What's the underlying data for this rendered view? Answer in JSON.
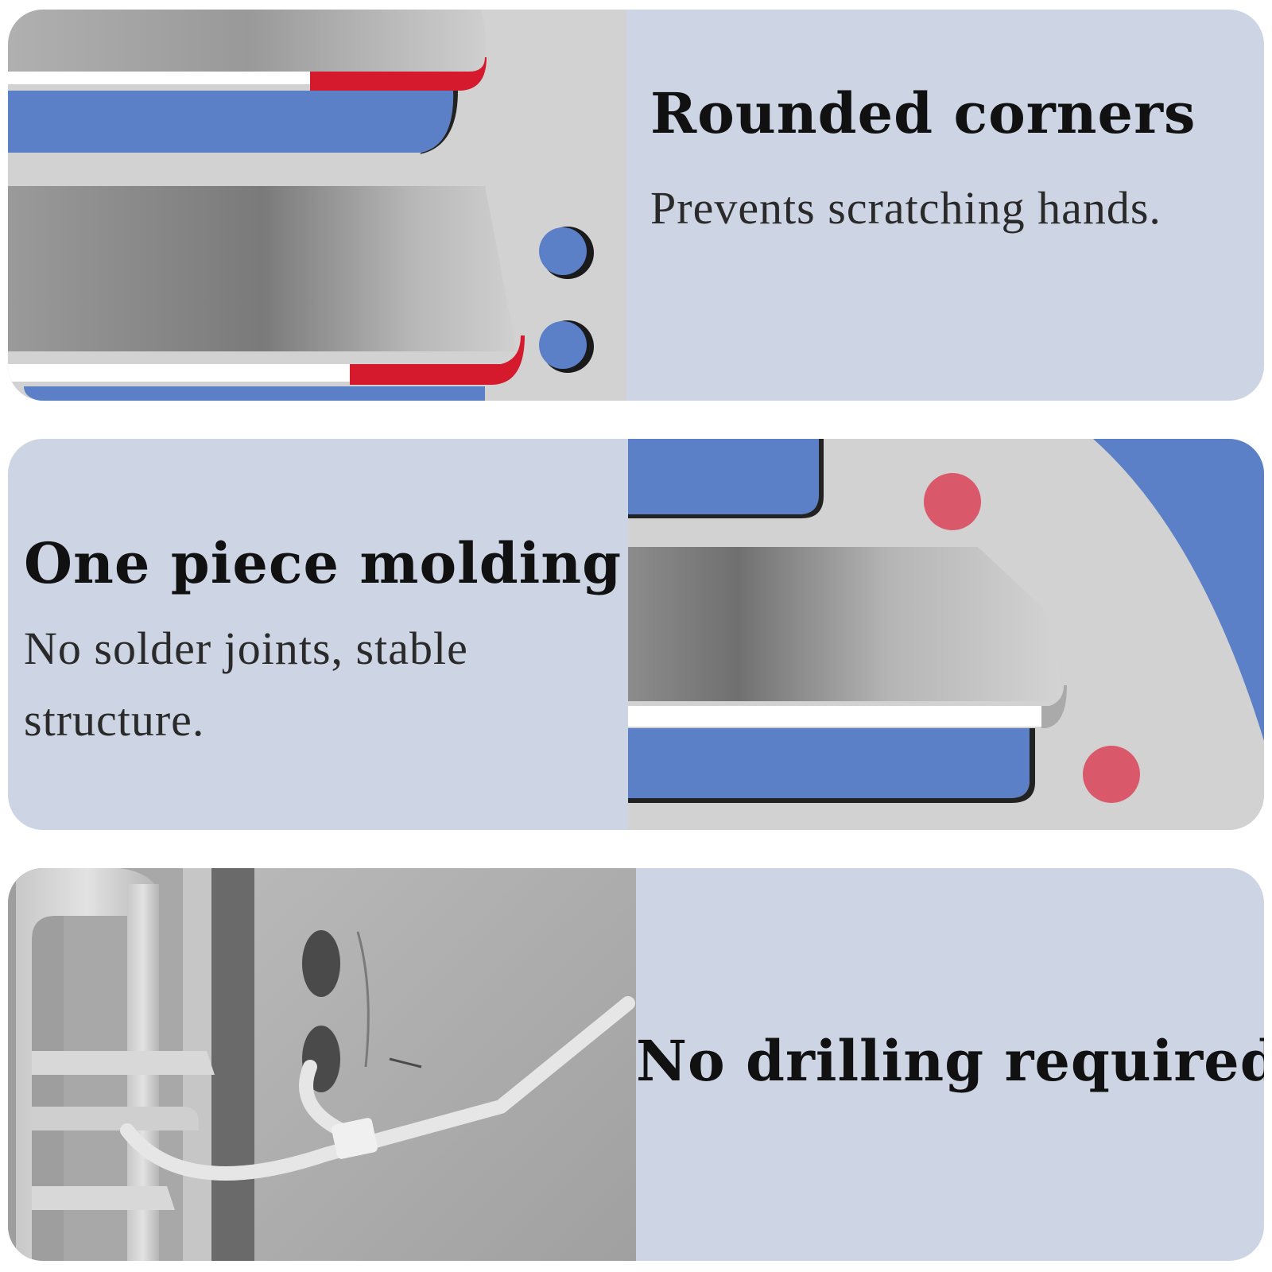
{
  "features": [
    {
      "title": "Rounded corners",
      "subtitle": "Prevents scratching hands."
    },
    {
      "title": "One piece molding",
      "subtitle": "No solder joints, stable structure."
    },
    {
      "title": "No drilling required"
    }
  ],
  "colors": {
    "card_background": "#cdd5e4",
    "accent_blue": "#5b80c8",
    "accent_red": "#d51a2e",
    "accent_pink": "#d9596b",
    "metal_gray": "#bdbdbd"
  }
}
